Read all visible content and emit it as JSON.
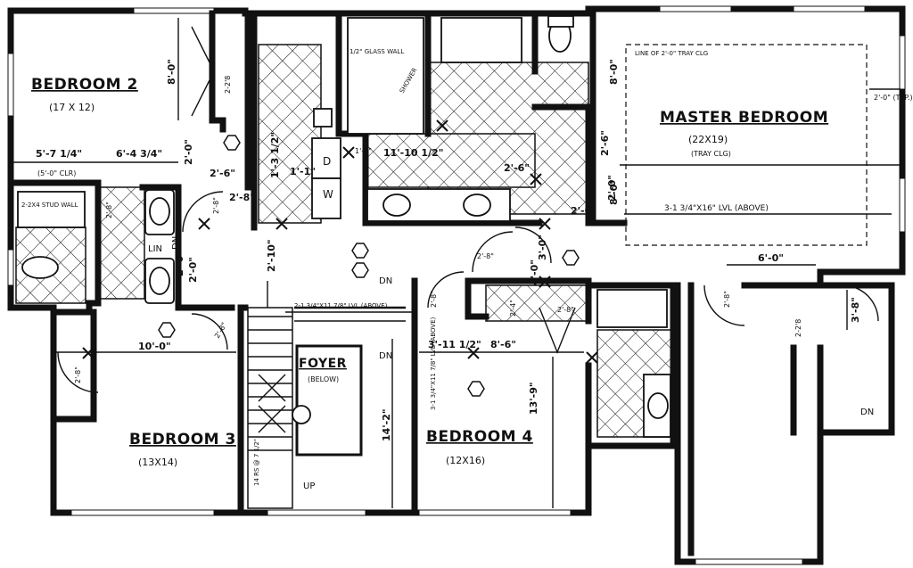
{
  "rooms": {
    "bedroom2": {
      "name": "BEDROOM 2",
      "size": "(17 X 12)"
    },
    "bedroom3": {
      "name": "BEDROOM 3",
      "size": "(13X14)"
    },
    "bedroom4": {
      "name": "BEDROOM 4",
      "size": "(12X16)"
    },
    "master": {
      "name": "MASTER BEDROOM",
      "size": "(22X19)",
      "note": "(TRAY CLG)"
    },
    "foyer": {
      "name": "FOYER",
      "sub": "(BELOW)"
    }
  },
  "notes": {
    "stud_wall": "2-2X4 STUD WALL",
    "tray_line": "LINE OF 2'-0\" TRAY CLG",
    "glass_wall": "1/2\" GLASS WALL",
    "shower": "SHOWER",
    "beam": "3-1 3/4\"X16\" LVL (ABOVE)",
    "beam2": "2-1 3/4\"X11 7/8\" LVL (ABOVE)",
    "beam3": "3-1 3/4\"X11 7/8\" LVL (ABOVE)",
    "risers": "14 RS @ 7 1/2\"",
    "linen": "LIN",
    "washer": "W",
    "dryer": "D",
    "up": "UP",
    "dn": "DN",
    "dn2": "DN",
    "dn3": "DN",
    "dn4": "DN"
  },
  "dimensions": {
    "d1": "5'-7 1/4\"",
    "d1b": "(5'-0\" CLR)",
    "d2": "6'-4 3/4\"",
    "d3": "8'-0\"",
    "d4": "2-2'8",
    "d5": "2'-8\"",
    "d6": "2'-0\"",
    "d7": "11'-10 1/2\"",
    "d8": "1'-1\"",
    "d9": "2'-6\"",
    "d10": "2'-6\"",
    "d11": "8'-0\"",
    "d12": "6'-0\"",
    "d13": "2'-0\"",
    "d14": "2'-8\"",
    "d15": "10'-0\"",
    "d16": "3'-11 1/2\"",
    "d17": "8'-6\"",
    "d18": "14'-2\"",
    "d19": "13'-9\"",
    "d20": "2'-8\"",
    "d21": "2'-8\"",
    "d22": "2'-0\"",
    "d23": "2'-10\"",
    "d24": "3'-0\"",
    "d25": "2'-8\"",
    "d26": "2'-4\"",
    "d27": "2'-8\"",
    "d28": "2'-8\"",
    "d29": "2'-8\"",
    "d30": "2'-0\" (TYP.)",
    "d31": "2-2'8",
    "d32": "4'-0\"",
    "d33": "2'-0\"",
    "d34": "1'-3 1/2\"",
    "d35": "3'-8\"",
    "d36": "1'-1\"",
    "d37": "2'-6\"",
    "d38": "2'-8\"",
    "d39": "2'-0\"",
    "d40": "8'-0\""
  }
}
